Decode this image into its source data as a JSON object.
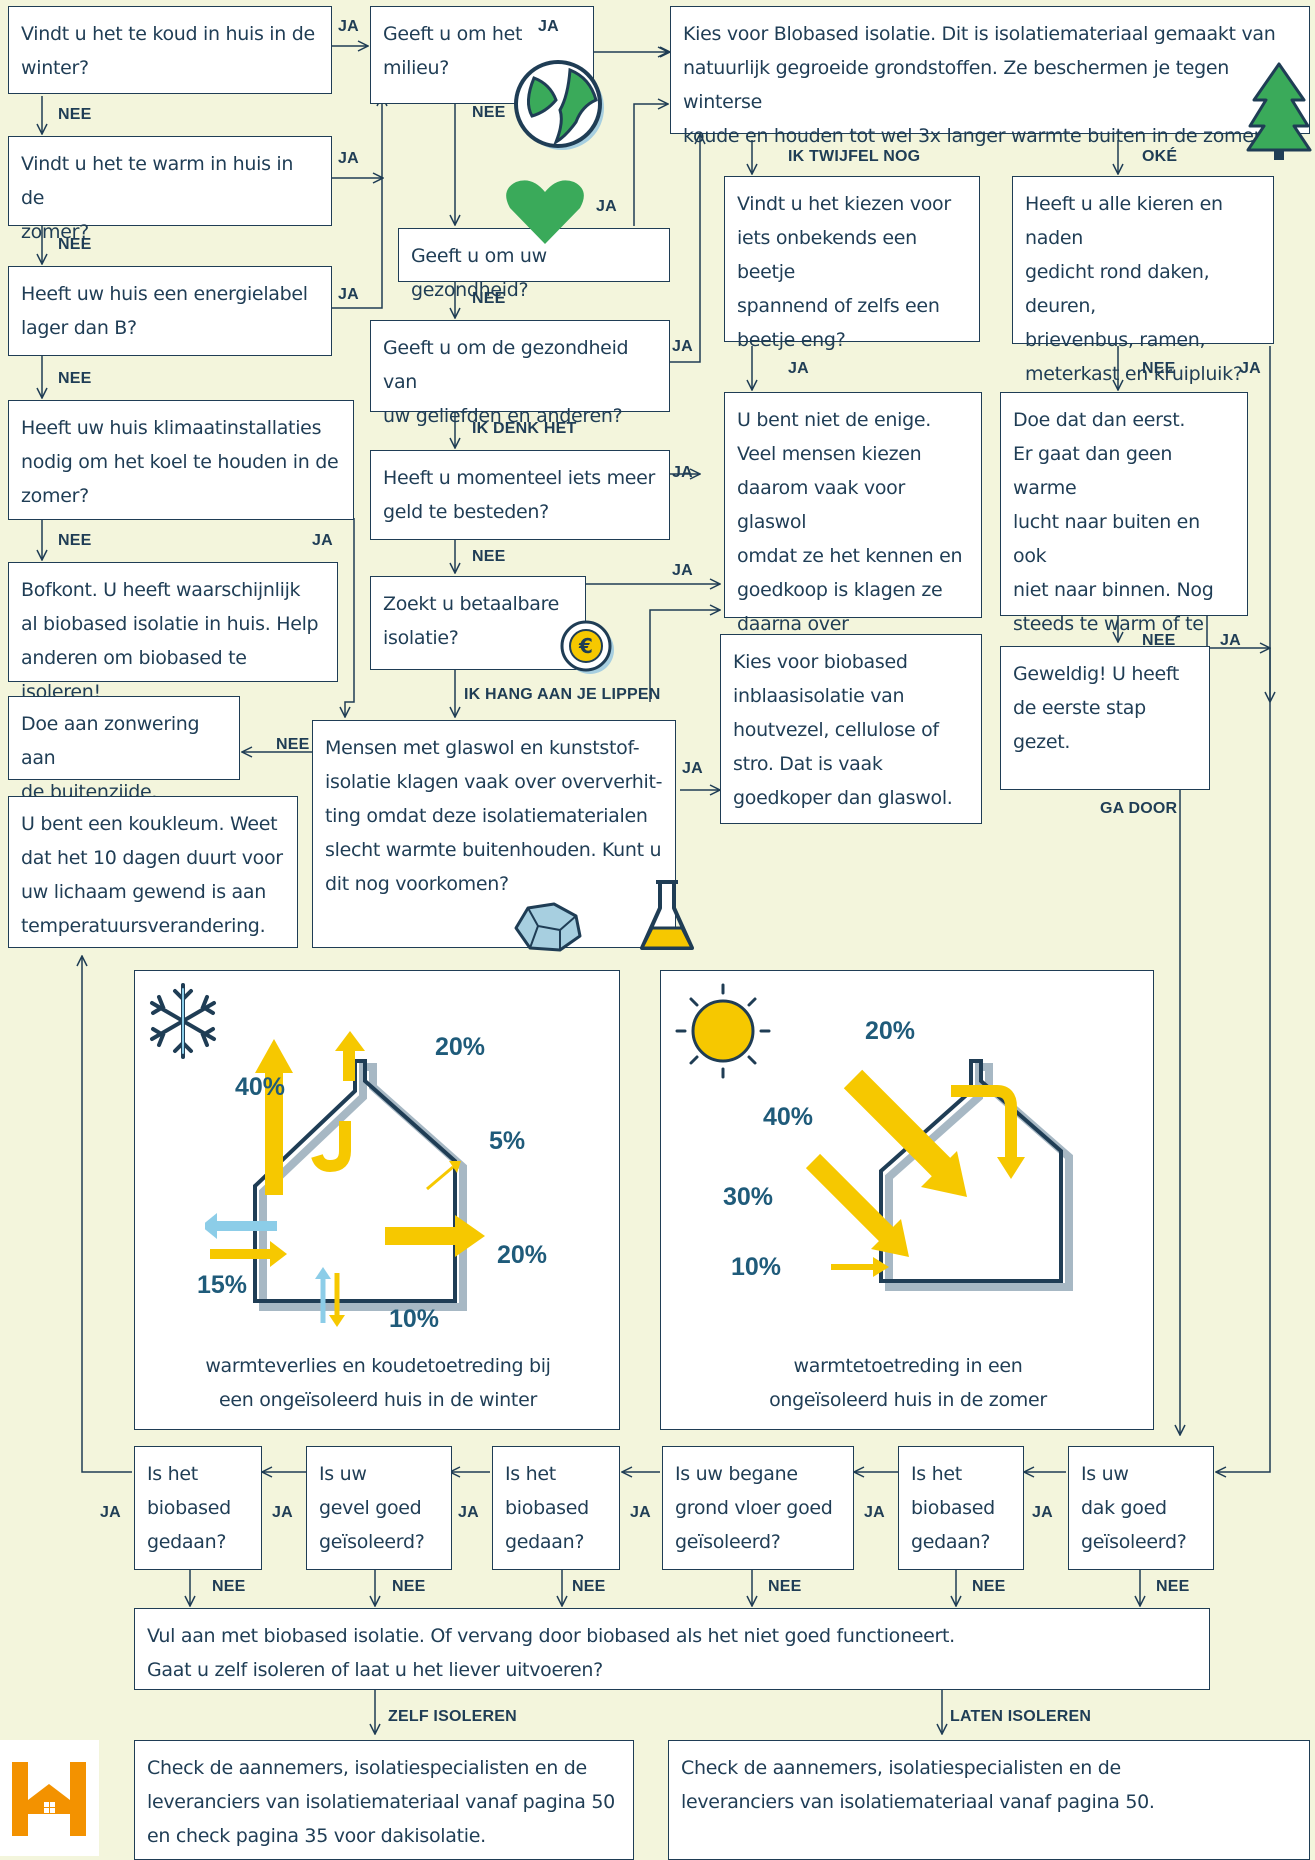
{
  "colors": {
    "background": "#f3f5dc",
    "navy": "#1f3d55",
    "yellow": "#f6c800",
    "light_blue": "#8ccde8",
    "green": "#3aaa5a",
    "orange": "#f39200"
  },
  "boxes": {
    "q_cold": "Vindt u het te koud in huis in de\nwinter?",
    "q_warm": "Vindt u het te warm in huis in de\nzomer?",
    "q_label": "Heeft uw huis een energielabel\nlager dan B?",
    "q_climate": "Heeft uw huis klimaatinstallaties\nnodig om het koel te houden in de\nzomer?",
    "lucky": "Bofkont. U heeft waarschijnlijk\nal biobased isolatie in huis. Help\nanderen om biobased te isoleren!",
    "sunscreen": "Doe aan zonwering aan\nde buitenzijde.",
    "koukleum": "U bent een koukleum. Weet\ndat het 10 dagen duurt voor\nuw lichaam gewend is aan\ntemperatuursverandering.",
    "q_env": "Geeft u om het\nmilieu?",
    "q_health": "Geeft u om uw gezondheid?",
    "q_loved": "Geeft u om de gezondheid van\nuw geliefden en anderen?",
    "q_money": "Heeft u momenteel iets meer\ngeld te besteden?",
    "q_affordable": "Zoekt u betaalbare\nisolatie?",
    "glaswol": "Mensen met glaswol en kunststof-\nisolatie klagen vaak over oververhit-\nting omdat deze isolatiematerialen\nslecht warmte buitenhouden. Kunt u\ndit nog voorkomen?",
    "biobased": "Kies voor Blobased isolatie. Dit is isolatiemateriaal gemaakt van\nnatuurlijk gegroeide grondstoffen. Ze beschermen je tegen winterse\nkoude en houden tot wel 3x langer warmte buiten in de zomer.",
    "q_unknown": "Vindt u het kiezen voor\niets onbekends een beetje\nspannend of zelfs een\nbeetje eng?",
    "not_only": "U bent niet de enige.\nVeel mensen kiezen\ndaarom vaak voor glaswol\nomdat ze het kennen en\ngoedkoop is klagen ze\ndaarna over oververhitting.",
    "inblaas": "Kies voor biobased\ninblaasisolatie van\nhoutvezel, cellulose of\nstro. Dat is vaak\ngoedkoper dan glaswol.",
    "q_cracks": "Heeft u alle kieren en naden\ngedicht rond daken, deuren,\nbrievenbus, ramen,\nmeterkast en kruipluik?",
    "do_first": "Doe dat dan eerst.\nEr gaat dan geen warme\nlucht naar buiten en ook\nniet naar binnen. Nog\nsteeds te warm of te\nkoud?",
    "great": "Geweldig! U heeft\nde eerste stap\ngezet.",
    "r_bio1": "Is het\nbiobased\ngedaan?",
    "r_facade": "Is uw\ngevel goed\ngeïsoleerd?",
    "r_bio2": "Is het\nbiobased\ngedaan?",
    "r_floor": "Is uw begane\ngrond vloer goed\ngeïsoleerd?",
    "r_bio3": "Is het\nbiobased\ngedaan?",
    "r_roof": "Is uw\ndak goed\ngeïsoleerd?",
    "fill": "Vul aan met biobased isolatie. Of vervang door biobased als het niet goed functioneert.\nGaat u zelf isoleren of laat u het liever uitvoeren?",
    "check_self": "Check de aannemers, isolatiespecialisten en de\nleveranciers van isolatiemateriaal vanaf pagina 50\nen check pagina 35 voor dakisolatie.",
    "check_pro": "Check de aannemers, isolatiespecialisten en de\nleveranciers van isolatiemateriaal vanaf pagina 50."
  },
  "labels": {
    "ja": "JA",
    "nee": "NEE",
    "ik_twijfel": "IK TWIJFEL NOG",
    "oke": "OKÉ",
    "ik_denk": "IK DENK HET",
    "lippen": "IK HANG AAN JE LIPPEN",
    "ga_door": "GA DOOR",
    "zelf": "ZELF ISOLEREN",
    "laten": "LATEN ISOLEREN"
  },
  "winter": {
    "caption": "warmteverlies en koudetoetreding bij\neen ongeïsoleerd huis in de winter",
    "pct_roof": "40%",
    "pct_chimney": "20%",
    "pct_window": "5%",
    "pct_wall": "20%",
    "pct_floor_left": "15%",
    "pct_floor": "10%"
  },
  "summer": {
    "caption": "warmtetoetreding in een\nongeïsoleerd huis in de zomer",
    "pct_chimney": "20%",
    "pct_roof": "40%",
    "pct_wall": "30%",
    "pct_floor": "10%"
  }
}
